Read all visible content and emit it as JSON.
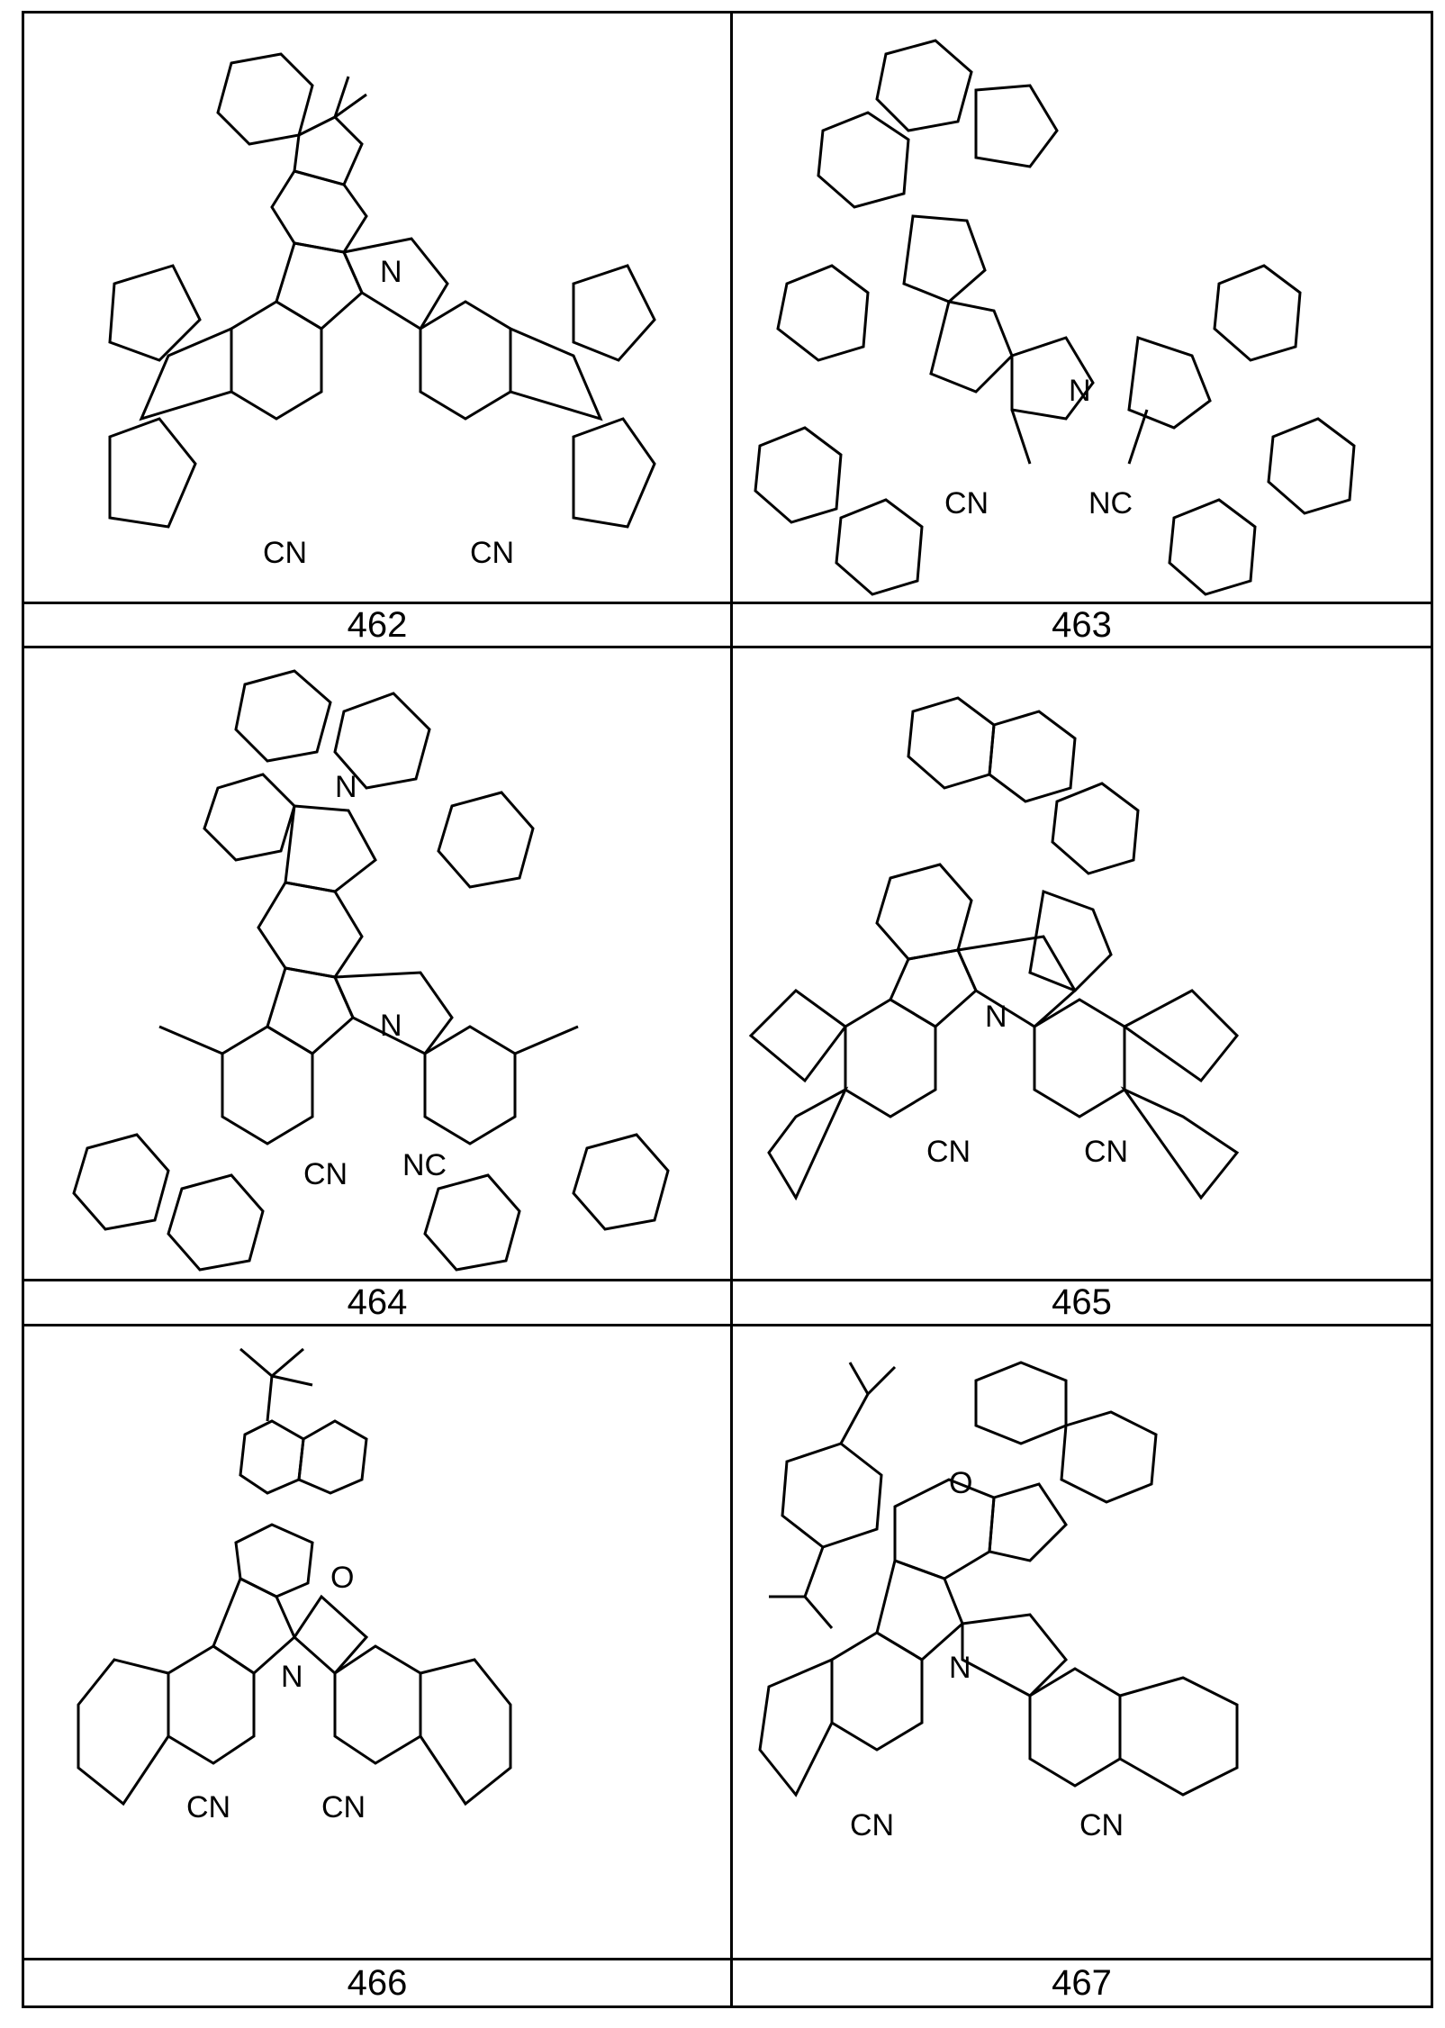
{
  "table": {
    "cells": [
      {
        "id": "462",
        "label": "462",
        "groups": [
          "CN",
          "CN"
        ]
      },
      {
        "id": "463",
        "label": "463",
        "groups": [
          "CN",
          "NC"
        ]
      },
      {
        "id": "464",
        "label": "464",
        "groups": [
          "CN",
          "NC"
        ]
      },
      {
        "id": "465",
        "label": "465",
        "groups": [
          "CN",
          "CN"
        ]
      },
      {
        "id": "466",
        "label": "466",
        "groups": [
          "CN",
          "CN",
          "O"
        ]
      },
      {
        "id": "467",
        "label": "467",
        "groups": [
          "CN",
          "CN",
          "O"
        ]
      }
    ],
    "atom_label_N": "N"
  }
}
